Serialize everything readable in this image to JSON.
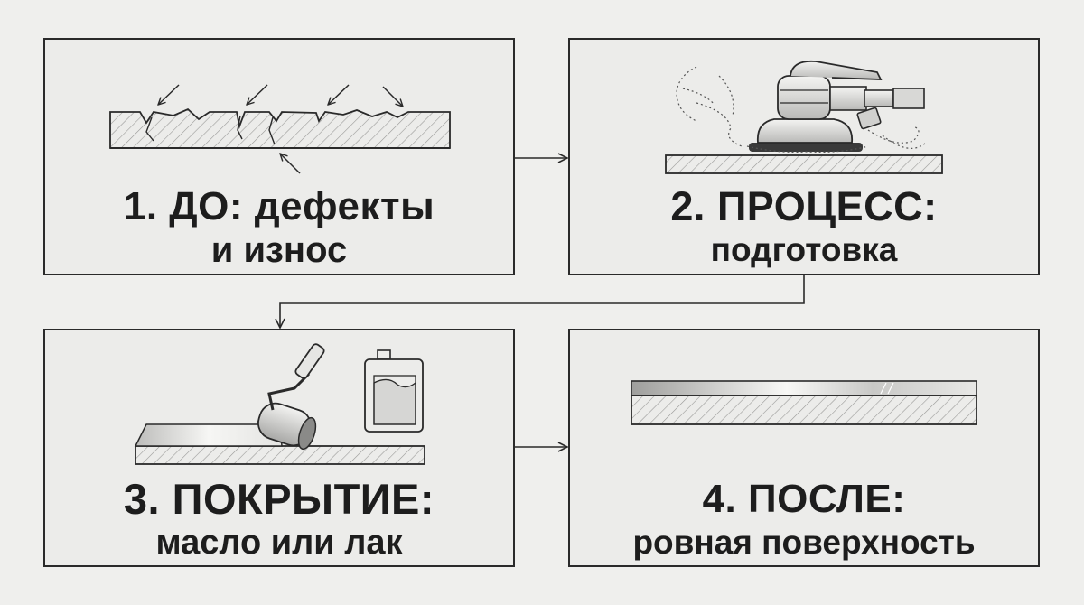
{
  "steps": [
    {
      "line1": "1. ДО: дефекты",
      "line2": "и износ"
    },
    {
      "line1": "2. ПРОЦЕСС:",
      "line2": "подготовка"
    },
    {
      "line1": "3. ПОКРЫТИЕ:",
      "line2": "масло или лак"
    },
    {
      "line1": "4. ПОСЛЕ:",
      "line2": "ровная поверхность"
    }
  ],
  "colors": {
    "background": "#efefed",
    "stroke": "#2a2a2a",
    "text": "#1d1d1d"
  },
  "icons": [
    "crack-arrow-icon",
    "orbital-sander-icon",
    "paint-roller-icon",
    "canister-icon",
    "glossy-surface-icon"
  ]
}
